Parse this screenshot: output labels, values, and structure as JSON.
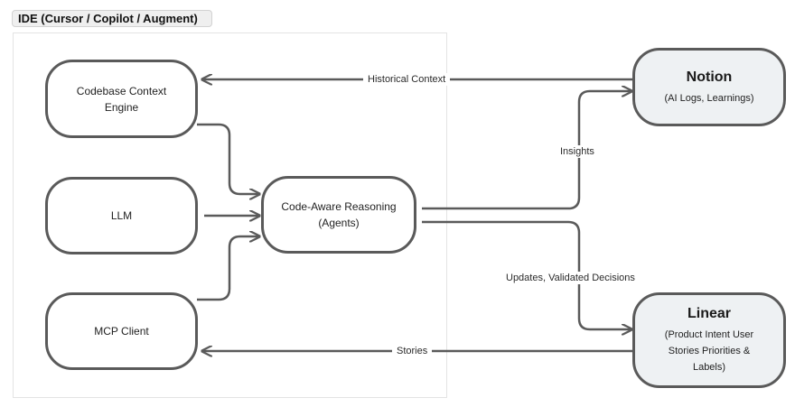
{
  "ide": {
    "title": "IDE (Cursor / Copilot / Augment)"
  },
  "nodes": {
    "codebase": {
      "text": "Codebase Context Engine"
    },
    "llm": {
      "text": "LLM"
    },
    "mcp": {
      "text": "MCP Client"
    },
    "reasoning": {
      "text": "Code-Aware Reasoning (Agents)"
    },
    "notion": {
      "title": "Notion",
      "subtitle": "(AI Logs, Learnings)"
    },
    "linear": {
      "title": "Linear",
      "subtitle": "(Product Intent User Stories Priorities & Labels)"
    }
  },
  "edges": {
    "historical": "Historical Context",
    "insights": "Insights",
    "updates": "Updates, Validated Decisions",
    "stories": "Stories"
  },
  "colors": {
    "stroke": "#5a5a5a",
    "external_fill": "#eef1f3"
  }
}
